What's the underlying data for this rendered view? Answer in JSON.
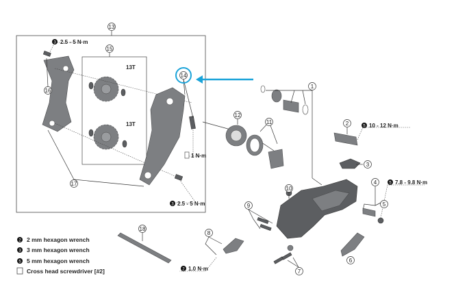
{
  "callouts": {
    "c1": "1",
    "c2": "2",
    "c3": "3",
    "c4": "4",
    "c5": "5",
    "c6": "6",
    "c7": "7",
    "c8": "8",
    "c9": "9",
    "c10": "10",
    "c11": "11",
    "c12": "12",
    "c13": "13",
    "c14": "14",
    "c15": "15",
    "c16": "16",
    "c17": "17",
    "c18": "18"
  },
  "pulley_teeth": {
    "upper": "13T",
    "lower": "13T"
  },
  "torques": {
    "t_top": {
      "tool": "3",
      "value": "2.5 - 5 N·m"
    },
    "t_pulley_bottom": {
      "tool": "3",
      "value": "2.5 - 5 N·m"
    },
    "t_screw": {
      "value": "1 N·m"
    },
    "t_bolt2": {
      "tool": "5",
      "value": "10 - 12 N·m"
    },
    "t_bolt5": {
      "tool": "5",
      "value": "7.8 - 9.8 N·m"
    },
    "t_bolt8": {
      "tool": "2",
      "value": "1.0 N·m"
    }
  },
  "legend": [
    {
      "icon": "2",
      "label": "2 mm hexagon wrench"
    },
    {
      "icon": "3",
      "label": "3 mm hexagon wrench"
    },
    {
      "icon": "5",
      "label": "5 mm hexagon wrench"
    },
    {
      "icon": "screwdriver-icon",
      "label": "Cross head screwdriver [#2]"
    }
  ],
  "colors": {
    "highlight": "#1aa3d9",
    "part": "#7d7f82"
  }
}
